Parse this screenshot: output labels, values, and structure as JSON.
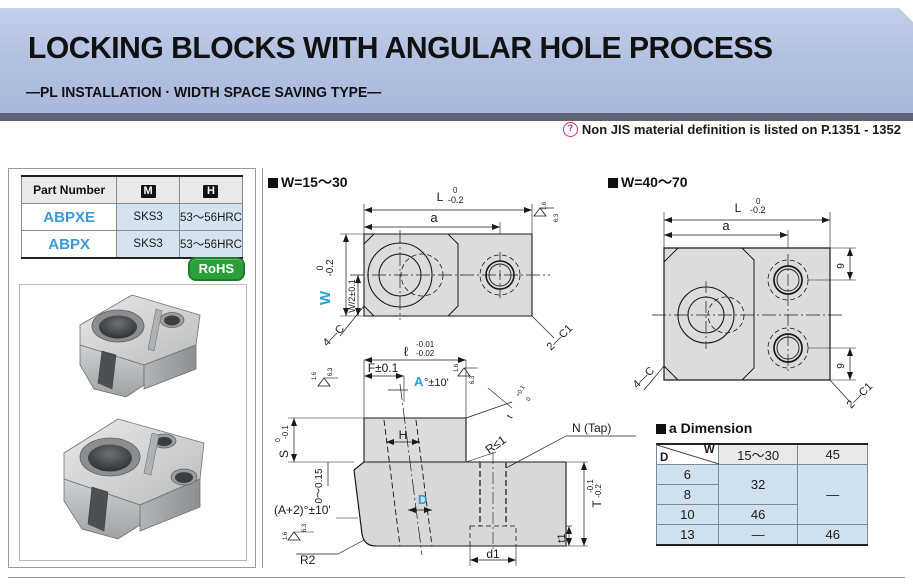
{
  "header": {
    "title": "LOCKING BLOCKS WITH ANGULAR HOLE PROCESS",
    "subtitle": "—PL INSTALLATION · WIDTH SPACE SAVING TYPE—",
    "banner_color": "#aebddd",
    "banner_shadow_color": "#5f6475"
  },
  "note": {
    "icon": "question-mark-icon",
    "icon_color": "#c8307c",
    "text": "Non JIS material definition is listed on P.1351 - 1352"
  },
  "part_table": {
    "columns": [
      "Part Number",
      "M",
      "H"
    ],
    "col_boxed": [
      false,
      true,
      true
    ],
    "rows": [
      {
        "part_number": "ABPXE",
        "material": "SKS3",
        "hardness": "53〜56HRC"
      },
      {
        "part_number": "ABPX",
        "material": "SKS3",
        "hardness": "53〜56HRC"
      }
    ],
    "part_number_color": "#3a9ad9",
    "cell_color": "#d5e3f0"
  },
  "badges": {
    "rohs": "RoHS",
    "rohs_color": "#2aa03c"
  },
  "drawings": {
    "top_left": {
      "heading": "W=15〜30",
      "labels": {
        "length": "L",
        "length_tol_top": "0",
        "length_tol_bottom": "-0.2",
        "a": "a",
        "width": "W",
        "width_tol_top": "0",
        "width_tol_bottom": "-0.2",
        "half_width": "W/2±0.1",
        "chamfer4": "4—C",
        "chamfer2": "2—C1",
        "finish_upper": "1.6",
        "finish_lower": "6.3"
      }
    },
    "top_right": {
      "heading": "W=40〜70",
      "labels": {
        "length": "L",
        "length_tol_top": "0",
        "length_tol_bottom": "-0.2",
        "a": "a",
        "dim9_upper": "9",
        "dim9_lower": "9",
        "chamfer4": "4—C",
        "chamfer2": "2—C1"
      }
    },
    "side_view": {
      "labels": {
        "l": "ℓ",
        "l_tol_top": "-0.01",
        "l_tol_bottom": "-0.02",
        "f": "F±0.1",
        "angle_a": "A",
        "angle_a_sup": "°±10'",
        "h": "H",
        "radius_max": "R≤1",
        "t_small_top": "+0.1",
        "t_small_bottom": "0",
        "t_small": "t",
        "s": "S",
        "s_tol_top": "0",
        "s_tol_bottom": "-0.1",
        "gap": "0〜0.15",
        "angle_a2": "(A+2)°±10'",
        "r2": "R2",
        "d": "D",
        "n_tap": "N (Tap)",
        "t_big": "T",
        "t_big_tol_top": "-0.1",
        "t_big_tol_bottom": "-0.2",
        "t1": "t1",
        "d1": "d1",
        "finish_upper": "1.6",
        "finish_lower": "6.3"
      }
    }
  },
  "a_dimension": {
    "heading": "a Dimension",
    "corner_row_label": "D",
    "corner_col_label": "W",
    "columns": [
      "15〜30",
      "45"
    ],
    "rows": [
      {
        "d": "6",
        "values": [
          "32",
          "—"
        ]
      },
      {
        "d": "8",
        "values": [
          "32",
          "—"
        ]
      },
      {
        "d": "10",
        "values": [
          "46",
          "—"
        ]
      },
      {
        "d": "13",
        "values": [
          "—",
          "46"
        ]
      }
    ],
    "cell_color": "#cfe0ee"
  }
}
